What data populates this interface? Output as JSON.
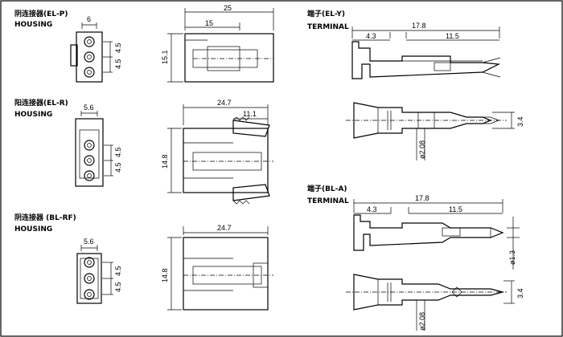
{
  "labels": {
    "el_p_title": "阴连接器(EL-P)",
    "el_p_sub": "HOUSING",
    "el_r_title": "阳连接器(EL-R)",
    "el_r_sub": "HOUSING",
    "bl_rf_title": "阴连接器 (BL-RF)",
    "bl_rf_sub": "HOUSING",
    "el_y_title": "端子(EL-Y)",
    "el_y_sub": "TERMINAL",
    "bl_a_title": "端子(BL-A)",
    "bl_a_sub": "TERMINAL"
  },
  "dims": {
    "p_w": "6",
    "p_45a": "4.5",
    "p_45b": "4.5",
    "p_len": "25",
    "p_15": "15",
    "p_151": "15.1",
    "r_w": "5.6",
    "r_45a": "4.5",
    "r_45b": "4.5",
    "r_len": "24.7",
    "r_111": "11.1",
    "r_148": "14.8",
    "rf_w": "5.6",
    "rf_45a": "4.5",
    "rf_45b": "4.5",
    "rf_len": "24.7",
    "rf_148": "14.8",
    "y_43": "4.3",
    "y_178": "17.8",
    "y_115": "11.5",
    "y_34": "3.4",
    "y_208": "ø2.08",
    "a_43": "4.3",
    "a_178": "17.8",
    "a_115": "11.5",
    "a_13": "ø1.3",
    "a_34": "3.4",
    "a_208": "ø2.08"
  }
}
